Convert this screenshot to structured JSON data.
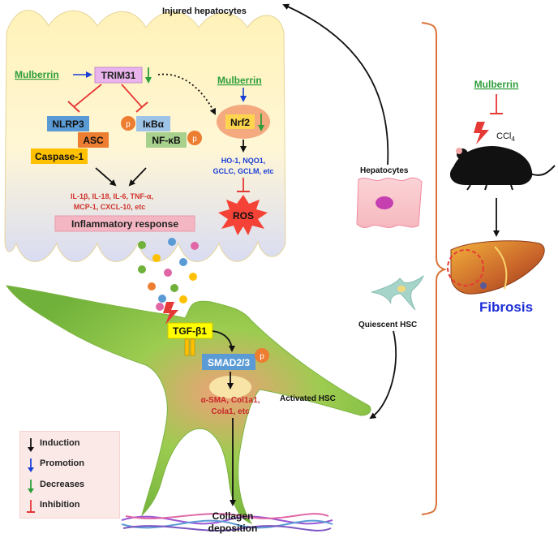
{
  "title_injured": "Injured hepatocytes",
  "left_panel": {
    "mulberrin_1": "Mulberrin",
    "trim31": "TRIM31",
    "nlrp3": "NLRP3",
    "asc": "ASC",
    "caspase1": "Caspase-1",
    "p_label": "p",
    "ikba": "IκBα",
    "nfkb": "NF-κB",
    "cytokines_line1": "IL-1β, IL-18, IL-6, TNF-α,",
    "cytokines_line2": "MCP-1, CXCL-10, etc",
    "inflammatory": "Inflammatory response",
    "mulberrin_2": "Mulberrin",
    "nrf2": "Nrf2",
    "targets_line1": "HO-1, NQO1,",
    "targets_line2": "GCLC, GCLM, etc",
    "ros": "ROS"
  },
  "hsc_panel": {
    "tgf": "TGF-β1",
    "smad": "SMAD2/3",
    "markers_line1": "α-SMA, Col1a1,",
    "markers_line2": "Cola1, etc",
    "activated": "Activated HSC",
    "collagen_line1": "Collagen",
    "collagen_line2": "deposition"
  },
  "middle": {
    "hepatocytes": "Hepatocytes",
    "quiescent": "Quiescent HSC"
  },
  "right_panel": {
    "mulberrin": "Mulberrin",
    "ccl4_main": "CCl",
    "ccl4_sub": "4",
    "fibrosis": "Fibrosis"
  },
  "legend": {
    "induction": "Induction",
    "promotion": "Promotion",
    "decreases": "Decreases",
    "inhibition": "Inhibition"
  },
  "colors": {
    "mulberrin_green": "#2e9e3a",
    "inhibit_red": "#e53935",
    "promote_blue": "#1a3fd6",
    "cytokine_red": "#d0332b",
    "fibrosis_blue": "#1c2ed8",
    "bracket_orange": "#d9743b"
  }
}
